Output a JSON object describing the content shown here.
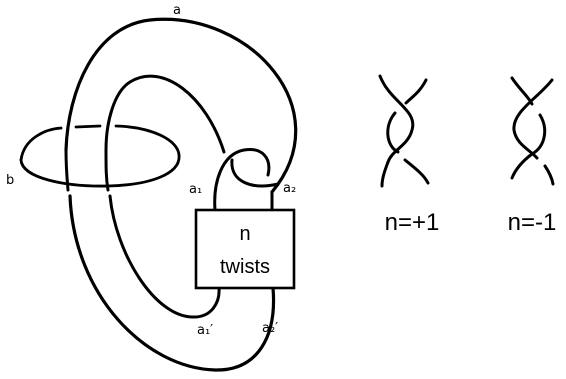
{
  "diagram": {
    "arc_labels": {
      "a": "a",
      "b": "b",
      "a1": "a₁",
      "a2": "a₂",
      "a1_prime": "a₁′",
      "a2_prime": "a₂′"
    },
    "twist_box": {
      "line1": "n",
      "line2": "twists"
    },
    "legend": [
      {
        "caption": "n=+1"
      },
      {
        "caption": "n=-1"
      }
    ]
  }
}
